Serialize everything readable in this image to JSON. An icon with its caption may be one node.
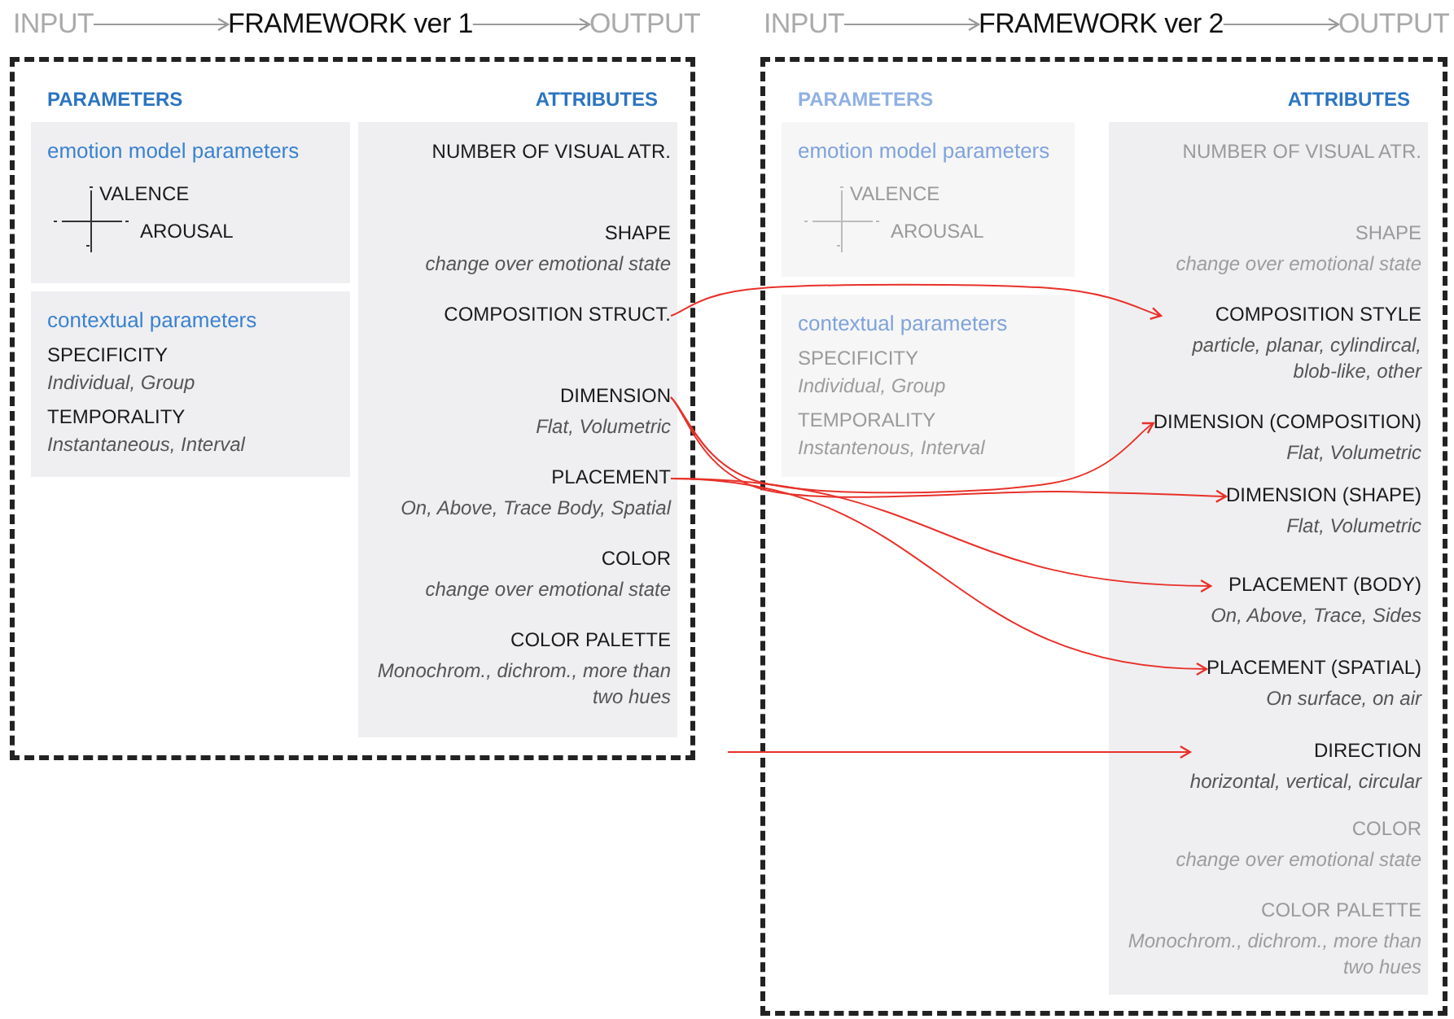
{
  "diagram": {
    "nodes": [
      {
        "text": [
          "INPUT"
        ]
      },
      {
        "text": [
          "FRAMEWORK ver 1"
        ]
      },
      {
        "text": [
          "OUTPUT"
        ]
      },
      {
        "text": [
          "INPUT"
        ]
      },
      {
        "text": [
          "FRAMEWORK ver 2"
        ]
      },
      {
        "text": [
          "OUTPUT"
        ]
      },
      {
        "text": [],
        "shape": "box"
      },
      {
        "text": [
          "emotion model parameters",
          "VALENCE",
          "AROUSAL"
        ],
        "in": 6
      },
      {
        "text": [
          "contextual parameters",
          "SPECIFICITY",
          "Individual, Group",
          "TEMPORALITY",
          "Instantaneous, Interval"
        ],
        "in": 6
      },
      {
        "text": [],
        "shape": "box",
        "in": 6
      },
      {
        "text": [
          "NUMBER OF VISUAL ATR."
        ],
        "in": 9
      },
      {
        "text": [
          "SHAPE",
          "change over emotional state"
        ],
        "in": 9
      },
      {
        "text": [
          "COMPOSITION STRUCT."
        ],
        "in": 9
      },
      {
        "text": [
          "DIMENSION",
          "Flat, Volumetric"
        ],
        "in": 9
      },
      {
        "text": [
          "PLACEMENT",
          "On, Above, Trace Body, Spatial"
        ],
        "in": 9
      },
      {
        "text": [
          "COLOR",
          "change over emotional state"
        ],
        "in": 9
      },
      {
        "text": [
          "COLOR PALETTE",
          "Monochrom., dichrom., more than two hues"
        ],
        "in": 9
      },
      {
        "text": [],
        "shape": "box"
      },
      {
        "text": [
          "emotion model parameters",
          "VALENCE",
          "AROUSAL"
        ],
        "in": 17
      },
      {
        "text": [
          "contextual parameters",
          "SPECIFICITY",
          "Individual, Group",
          "TEMPORALITY",
          "Instantenous, Interval"
        ],
        "in": 17
      },
      {
        "text": [],
        "shape": "box",
        "in": 17
      },
      {
        "text": [
          "NUMBER OF VISUAL ATR."
        ],
        "in": 20
      },
      {
        "text": [
          "SHAPE",
          "change over emotional state"
        ],
        "in": 20
      },
      {
        "text": [
          "COMPOSITION STYLE",
          "particle, planar, cylindircal, blob-like, other"
        ],
        "in": 20
      },
      {
        "text": [
          "DIMENSION (COMPOSITION)",
          "Flat, Volumetric"
        ],
        "in": 20
      },
      {
        "text": [
          "DIMENSION (SHAPE)",
          "Flat, Volumetric"
        ],
        "in": 20
      },
      {
        "text": [
          "PLACEMENT (BODY)",
          "On, Above, Trace, Sides"
        ],
        "in": 20
      },
      {
        "text": [
          "PLACEMENT (SPATIAL)",
          "On surface, on air"
        ],
        "in": 20
      },
      {
        "text": [
          "DIRECTION",
          "horizontal, vertical, circular"
        ],
        "in": 20
      },
      {
        "text": [
          "COLOR",
          "change over emotional state"
        ],
        "in": 20
      },
      {
        "text": [
          "COLOR PALETTE",
          "Monochrom., dichrom., more than two hues"
        ],
        "in": 20
      }
    ],
    "edges": [
      {
        "from": 0,
        "to": 1,
        "arrow": "to",
        "color": "#999999"
      },
      {
        "from": 1,
        "to": 2,
        "arrow": "to",
        "color": "#999999"
      },
      {
        "from": 3,
        "to": 4,
        "arrow": "to",
        "color": "#999999"
      },
      {
        "from": 4,
        "to": 5,
        "arrow": "to",
        "color": "#999999"
      },
      {
        "from": 12,
        "to": 23,
        "arrow": "to"
      },
      {
        "from": 13,
        "to": 24,
        "arrow": "to"
      },
      {
        "from": 13,
        "to": 25,
        "arrow": "to"
      },
      {
        "from": 14,
        "to": 26,
        "arrow": "to"
      },
      {
        "from": 14,
        "to": 27,
        "arrow": "to"
      },
      {
        "from": null,
        "to": 28,
        "arrow": "to"
      }
    ],
    "labels": [
      "PARAMETERS",
      "ATTRIBUTES",
      "PARAMETERS",
      "ATTRIBUTES"
    ]
  }
}
